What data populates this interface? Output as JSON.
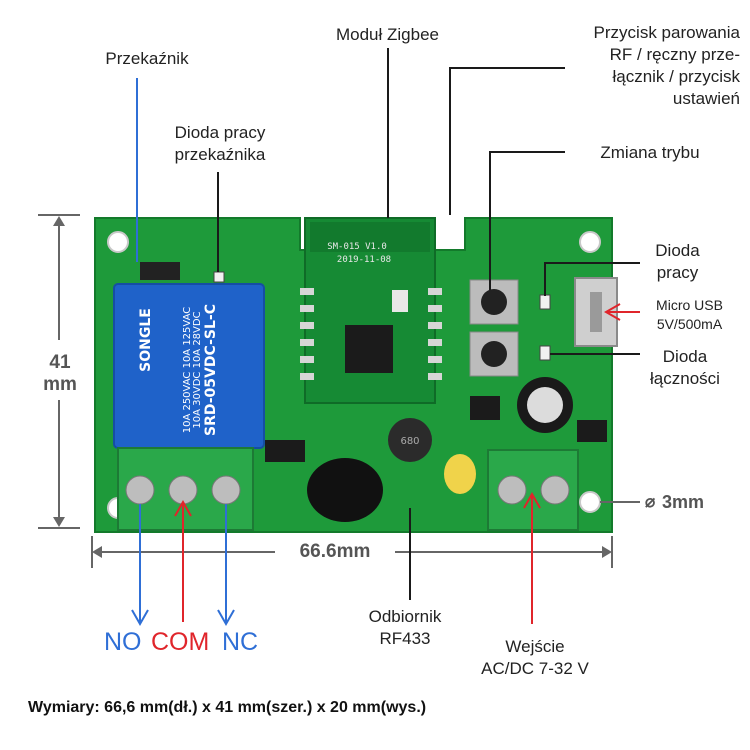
{
  "labels": {
    "przekaznik": "Przekaźnik",
    "dioda_pracy_przekaznika": "Dioda pracy\nprzekaźnika",
    "modul_zigbee": "Moduł Zigbee",
    "przycisk_parowania": "Przycisk parowania\nRF / ręczny prze-\nłącznik / przycisk\nustawień",
    "zmiana_trybu": "Zmiana trybu",
    "dioda_pracy": "Dioda\npracy",
    "micro_usb": "Micro USB\n5V/500mA",
    "dioda_lacznosci": "Dioda\nłączności",
    "odbiornik": "Odbiornik\nRF433",
    "wejscie": "Wejście\nAC/DC 7-32 V"
  },
  "dimensions": {
    "height_value": "41",
    "height_unit": "mm",
    "width": "66.6mm",
    "hole": "3mm",
    "hole_symbol": "⌀"
  },
  "terminals": {
    "no": "NO",
    "com": "COM",
    "nc": "NC"
  },
  "board_text": {
    "module_id": "SM-015 V1.0",
    "module_date": "2019-11-08",
    "relay_brand": "SONGLE",
    "relay_model": "SRD-05VDC-SL-C",
    "relay_rating": "10A 250VAC 10A 125VAC",
    "relay_rating2": "10A 30VDC 10A 28VDC",
    "inductor": "680"
  },
  "footer": "Wymiary: 66,6 mm(dł.) x 41 mm(szer.) x  20 mm(wys.)",
  "colors": {
    "pcb": "#1e9a3a",
    "pcb_dark": "#137a2b",
    "relay": "#1f62c9",
    "terminal": "#2aa84a",
    "blue_line": "#2f6fd6",
    "red_line": "#e0252b",
    "no_color": "#2f6fd6",
    "com_color": "#e0252b",
    "nc_color": "#2f6fd6"
  }
}
